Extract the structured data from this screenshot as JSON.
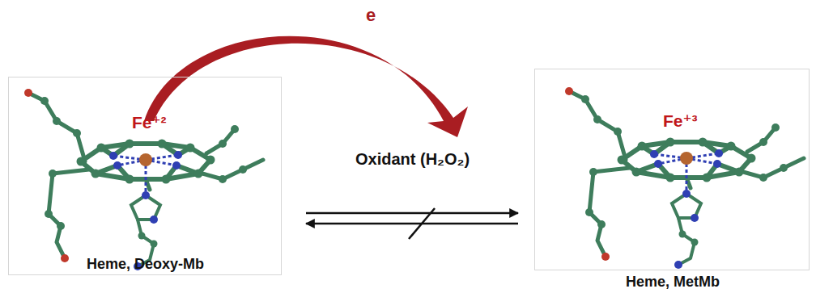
{
  "diagram": {
    "nodes": [
      {
        "text": [
          "Fe⁺²",
          "Heme, Deoxy-Mb"
        ]
      },
      {
        "text": [
          "Fe⁺³",
          "Heme, MetMb"
        ]
      }
    ],
    "edges": [
      {
        "from": 0,
        "to": 1,
        "arrow": "to"
      },
      {
        "from": 1,
        "to": 0,
        "arrow": "to"
      }
    ],
    "labels": [
      "e",
      "Oxidant (H₂O₂)"
    ]
  }
}
